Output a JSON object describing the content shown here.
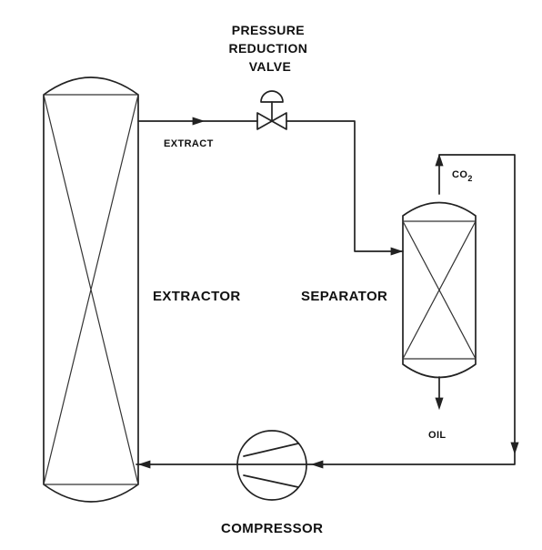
{
  "labels": {
    "pressure_valve": [
      "PRESSURE",
      "REDUCTION",
      "VALVE"
    ],
    "extract": "EXTRACT",
    "extractor": "EXTRACTOR",
    "separator": "SEPARATOR",
    "co2_main": "CO",
    "co2_sub": "2",
    "oil": "OIL",
    "compressor": "COMPRESSOR"
  },
  "colors": {
    "line": "#222222",
    "background": "#ffffff"
  }
}
